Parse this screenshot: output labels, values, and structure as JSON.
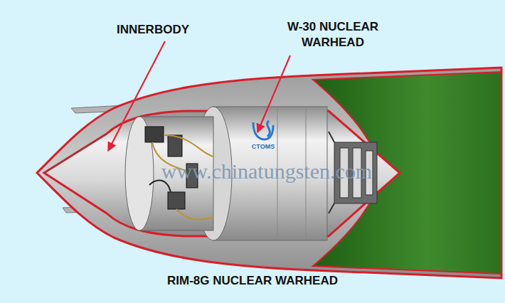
{
  "diagram": {
    "caption": "RIM-8G NUCLEAR WARHEAD",
    "labels": [
      "INNERBODY",
      "W-30 NUCLEAR WARHEAD",
      "CTOMS",
      "www.chinatungsten.com"
    ]
  }
}
